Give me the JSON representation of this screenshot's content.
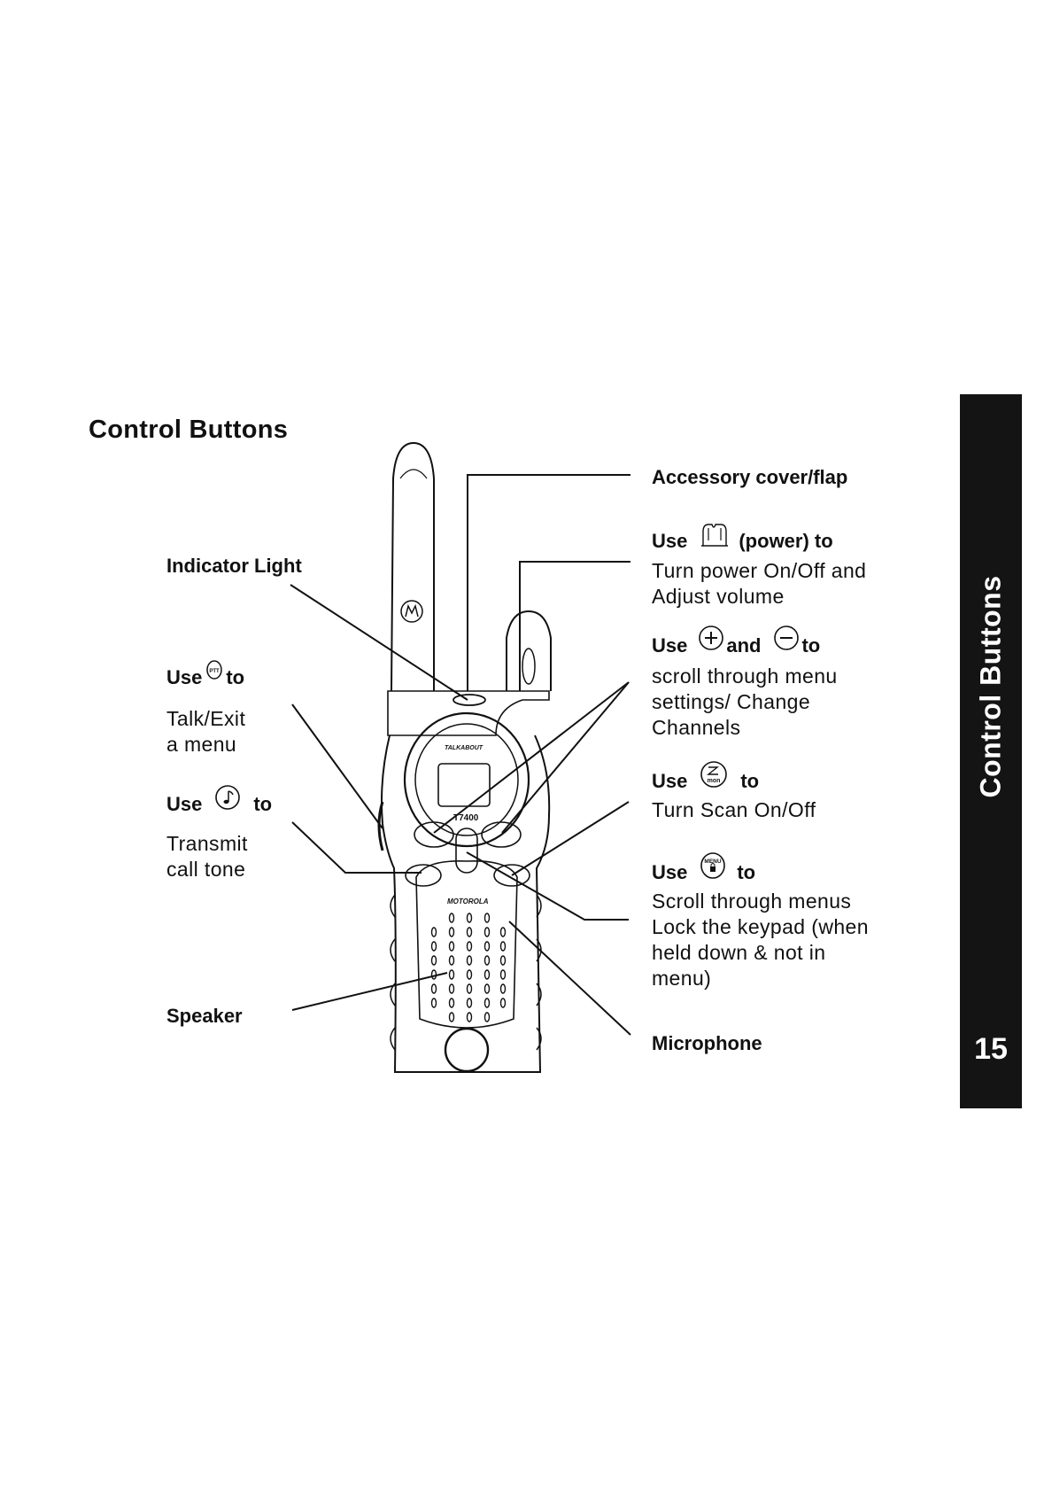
{
  "page": {
    "title": "Control Buttons",
    "side_tab_label": "Control Buttons",
    "page_number": "15"
  },
  "radio": {
    "model": "T7400",
    "brand_plate": "TALKABOUT",
    "maker_plate": "MOTOROLA"
  },
  "left_labels": {
    "indicator_light": "Indicator Light",
    "ptt": {
      "use": "Use",
      "icon": "ptt-button-icon",
      "icon_text": "PTT",
      "to": "to",
      "desc": [
        "Talk/Exit",
        "a menu"
      ]
    },
    "call_tone": {
      "use": "Use",
      "icon": "call-tone-button-icon",
      "to": "to",
      "desc": [
        "Transmit",
        "call tone"
      ]
    },
    "speaker": "Speaker"
  },
  "right_labels": {
    "accessory": "Accessory cover/flap",
    "power": {
      "use": "Use",
      "icon": "power-knob-icon",
      "label": "(power) to",
      "desc": [
        "Turn power On/Off and",
        "Adjust volume"
      ]
    },
    "plus_minus": {
      "use": "Use",
      "icon_plus": "plus-button-icon",
      "and": "and",
      "icon_minus": "minus-button-icon",
      "to": "to",
      "desc": [
        "scroll through menu",
        "settings/ Change",
        "Channels"
      ]
    },
    "scan": {
      "use": "Use",
      "icon": "scan-mon-button-icon",
      "icon_text": "mon",
      "to": "to",
      "desc": [
        "Turn Scan On/Off"
      ]
    },
    "menu": {
      "use": "Use",
      "icon": "menu-lock-button-icon",
      "icon_text": "MENU",
      "to": "to",
      "desc": [
        "Scroll through menus",
        "Lock the keypad (when",
        "held down & not in",
        "menu)"
      ]
    },
    "microphone": "Microphone"
  },
  "colors": {
    "ink": "#111111",
    "tab_bg": "#141414",
    "tab_text": "#ffffff"
  }
}
